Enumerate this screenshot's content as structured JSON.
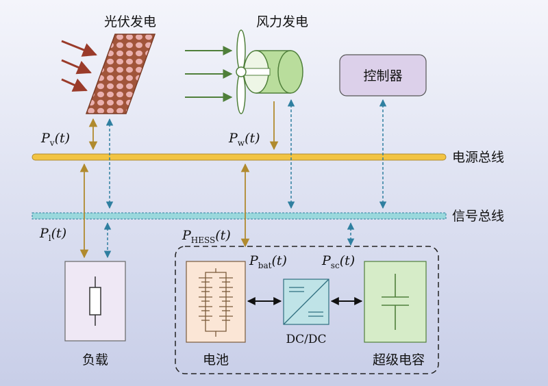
{
  "sources": {
    "pv": "光伏发电",
    "wind": "风力发电",
    "controller": "控制器"
  },
  "buses": {
    "power": "电源总线",
    "signal": "信号总线"
  },
  "powers": {
    "pv": {
      "symbol": "P",
      "sub": "v",
      "arg": "(t)"
    },
    "wind": {
      "symbol": "P",
      "sub": "w",
      "arg": "(t)"
    },
    "load": {
      "symbol": "P",
      "sub": "l",
      "arg": "(t)"
    },
    "hess": {
      "symbol": "P",
      "sub": "HESS",
      "arg": "(t)"
    },
    "bat": {
      "symbol": "P",
      "sub": "bat",
      "arg": "(t)"
    },
    "sc": {
      "symbol": "P",
      "sub": "sc",
      "arg": "(t)"
    }
  },
  "components": {
    "load": "负载",
    "battery": "电池",
    "dcdc": "DC/DC",
    "supercap": "超级电容"
  },
  "colors": {
    "background_top": "#f3f4fb",
    "background_bottom": "#c9cfe8",
    "power_bus": "#f2c443",
    "signal_bus": "#9ad8dc",
    "power_arrow": "#b08a2e",
    "signal_arrow": "#2f7fa0",
    "pv_panel": "#a1553a",
    "pv_cell": "#e9a6a6",
    "turbine": "#b9dd9c",
    "controller": "#dcd0ea",
    "load_box": "#efe8f5",
    "battery_box": "#fbe6d6",
    "dcdc_box": "#bfe3e7",
    "supercap_box": "#d6ecc8"
  }
}
